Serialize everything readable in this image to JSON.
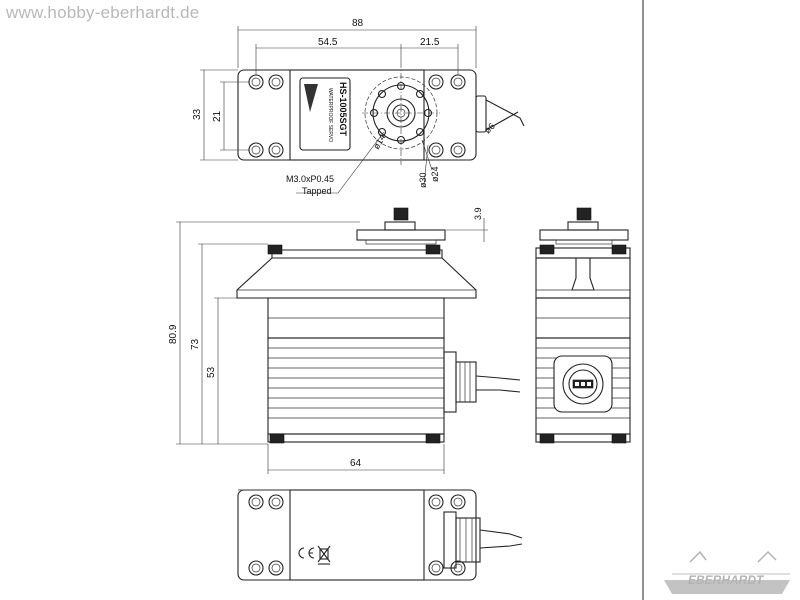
{
  "watermark": "www.hobby-eberhardt.de",
  "logo_text": "EBERHARDT",
  "label_text": {
    "model": "HS-1005SGT",
    "line2": "WATERPROOF SERVO"
  },
  "callout": {
    "thread": "M3.0xP0.45",
    "tapped": "Tapped"
  },
  "dimensions": {
    "width_total": "88",
    "hole_spacing": "54.5",
    "shaft_offset": "21.5",
    "height_mount": "33",
    "hole_spacing_v": "21",
    "dia_14": "ø14",
    "dia_24": "ø24",
    "dia_30": "ø30",
    "dia_6": "ø6",
    "horn_height": "3.9",
    "total_height": "80.9",
    "height_to_flange": "73",
    "body_height": "53",
    "body_width": "64"
  },
  "colors": {
    "line": "#222222",
    "watermark": "#b8b8b8",
    "logo": "#9a9a9a"
  }
}
